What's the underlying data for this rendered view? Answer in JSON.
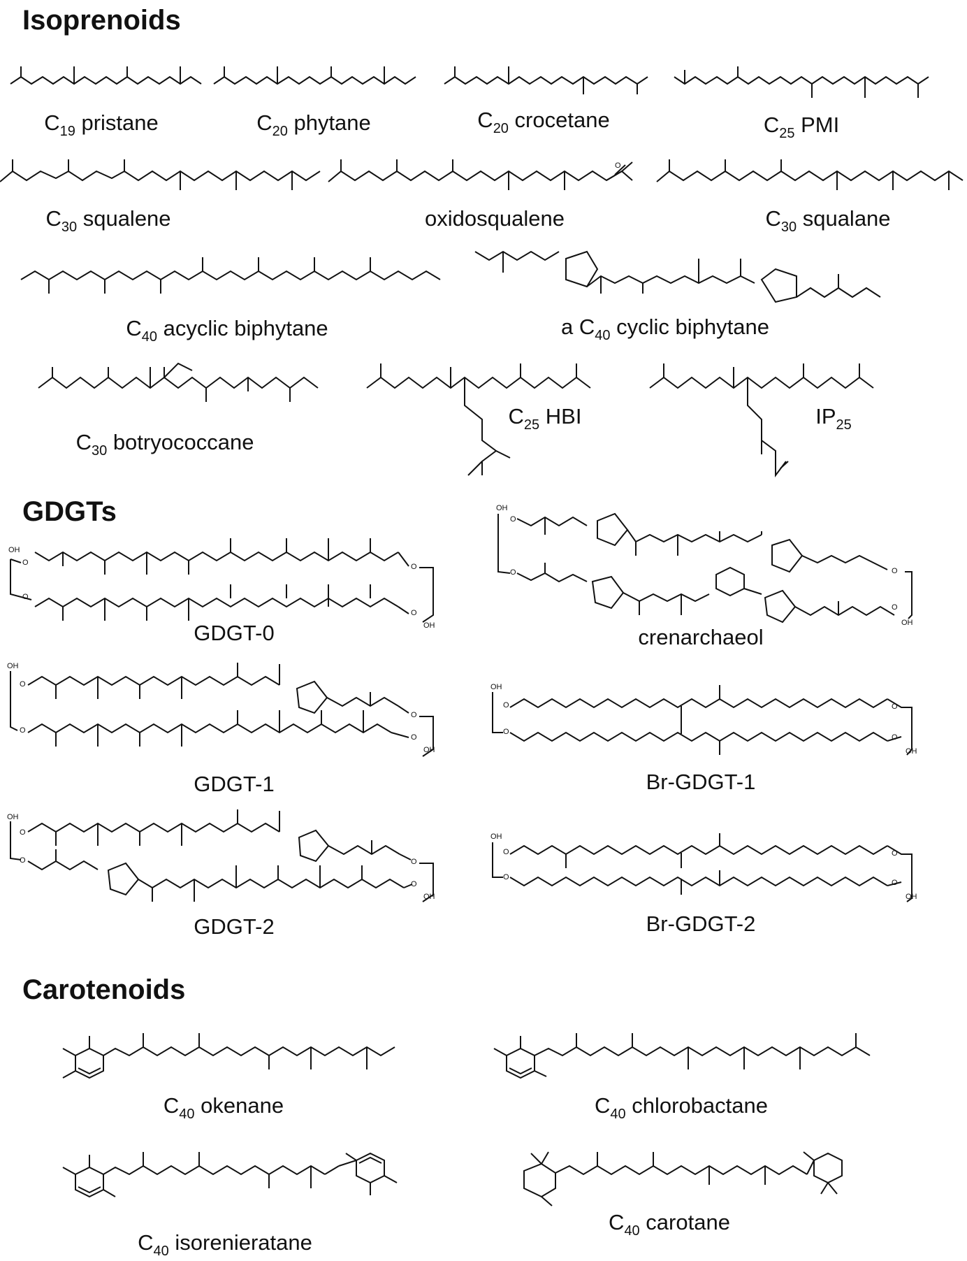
{
  "sections": {
    "isoprenoids": "Isoprenoids",
    "gdgts": "GDGTs",
    "carotenoids": "Carotenoids"
  },
  "atoms": {
    "oh": "OH",
    "o": "O"
  },
  "molecules": {
    "pristane": {
      "pre": "C",
      "sub": "19",
      "post": " pristane"
    },
    "phytane": {
      "pre": "C",
      "sub": "20",
      "post": " phytane"
    },
    "crocetane": {
      "pre": "C",
      "sub": "20",
      "post": " crocetane"
    },
    "pmi": {
      "pre": "C",
      "sub": "25",
      "post": " PMI"
    },
    "squalene": {
      "pre": "C",
      "sub": "30",
      "post": " squalene"
    },
    "oxidosqualene": {
      "name": "oxidosqualene"
    },
    "squalane": {
      "pre": "C",
      "sub": "30",
      "post": " squalane"
    },
    "acyclic_biphytane": {
      "pre": "C",
      "sub": "40",
      "post": " acyclic biphytane"
    },
    "cyclic_biphytane": {
      "pre": "a C",
      "sub": "40",
      "post": " cyclic biphytane"
    },
    "botryococcane": {
      "pre": "C",
      "sub": "30",
      "post": " botryococcane"
    },
    "hbi": {
      "pre": "C",
      "sub": "25",
      "post": " HBI"
    },
    "ip25": {
      "pre": "IP",
      "sub": "25",
      "post": ""
    },
    "gdgt0": {
      "name": "GDGT-0"
    },
    "crenarchaeol": {
      "name": "crenarchaeol"
    },
    "gdgt1": {
      "name": "GDGT-1"
    },
    "brgdgt1": {
      "name": "Br-GDGT-1"
    },
    "gdgt2": {
      "name": "GDGT-2"
    },
    "brgdgt2": {
      "name": "Br-GDGT-2"
    },
    "okenane": {
      "pre": "C",
      "sub": "40",
      "post": " okenane"
    },
    "chlorobactane": {
      "pre": "C",
      "sub": "40",
      "post": " chlorobactane"
    },
    "isorenieratane": {
      "pre": "C",
      "sub": "40",
      "post": " isorenieratane"
    },
    "carotane": {
      "pre": "C",
      "sub": "40",
      "post": " carotane"
    }
  }
}
